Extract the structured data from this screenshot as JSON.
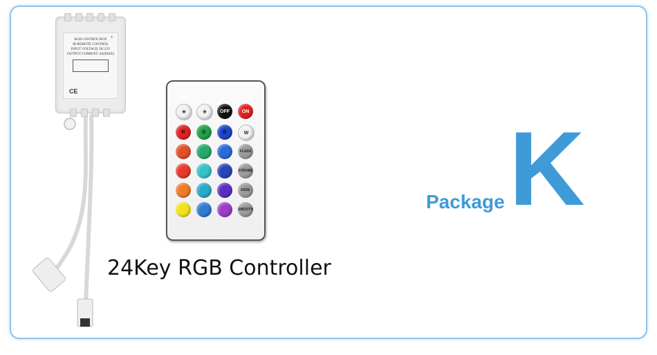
{
  "image": {
    "caption": "24Key RGB Controller",
    "package_word": "Package",
    "package_letter": "K",
    "accent_color": "#3e9bd8"
  },
  "control_box": {
    "label_lines": [
      "RGB CONTROL BOX",
      "IR REMOTE CONTROL",
      "INPUT VOLTAGE: DC12V",
      "OUTPUT CURRENT: 6A(MAX)"
    ],
    "mark": "CE"
  },
  "remote": {
    "top_row": [
      {
        "icon": "brightness-up-icon",
        "label": "",
        "color": "#f2f2f2"
      },
      {
        "icon": "brightness-down-icon",
        "label": "",
        "color": "#f2f2f2"
      },
      {
        "icon": "",
        "label": "OFF",
        "color": "#111111"
      },
      {
        "icon": "",
        "label": "ON",
        "color": "#e02020"
      }
    ],
    "rgb_row": [
      {
        "label": "R",
        "color": "#e02222"
      },
      {
        "label": "G",
        "color": "#22a04a"
      },
      {
        "label": "B",
        "color": "#1c46c8"
      },
      {
        "label": "W",
        "color": "#f2f2f2"
      }
    ],
    "color_grid": [
      [
        "#e2502a",
        "#27a86a",
        "#2a6ad8"
      ],
      [
        "#e8392a",
        "#37c2c6",
        "#2746b8"
      ],
      [
        "#ef7a2a",
        "#2aa9c8",
        "#5a2ec0"
      ],
      [
        "#f2e21a",
        "#2f7cd0",
        "#9e3cc8"
      ]
    ],
    "function_buttons": [
      "FLASH",
      "STROBE",
      "FADE",
      "SMOOTH"
    ]
  }
}
